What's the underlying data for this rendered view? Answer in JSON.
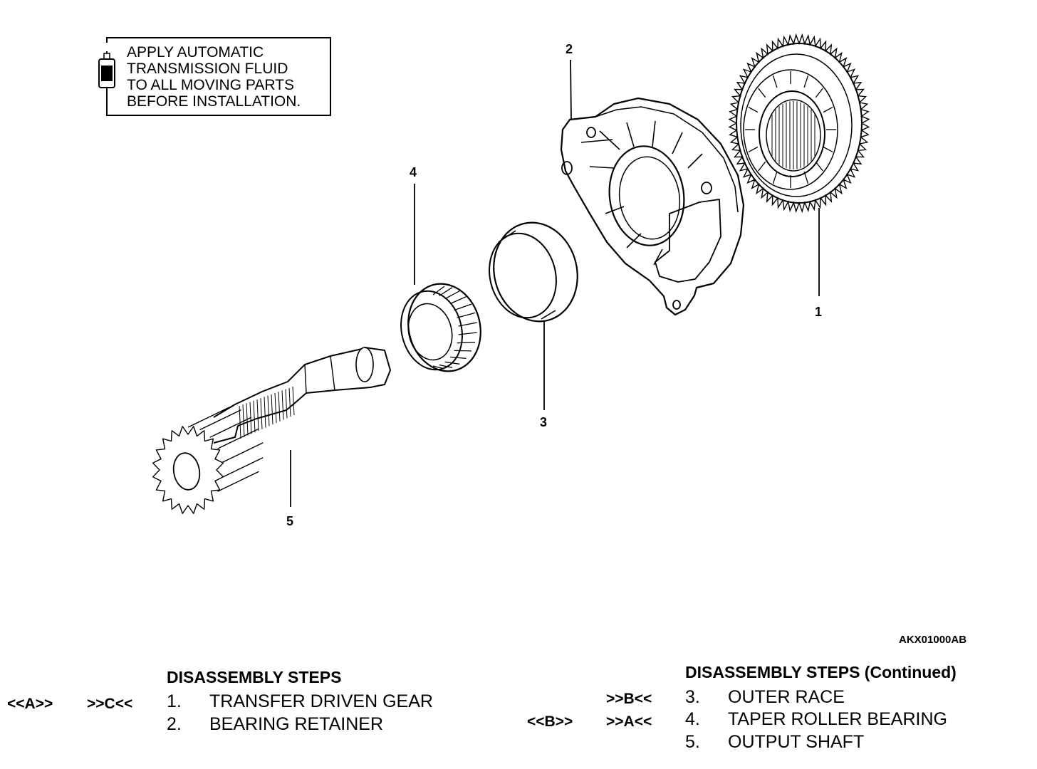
{
  "note": {
    "icon": "fluid-bottle-icon",
    "lines": [
      "APPLY AUTOMATIC",
      "TRANSMISSION FLUID",
      "TO ALL MOVING PARTS",
      "BEFORE INSTALLATION."
    ]
  },
  "callouts": [
    "1",
    "2",
    "3",
    "4",
    "5"
  ],
  "figure_code": "AKX01000AB",
  "steps_left": {
    "header": "DISASSEMBLY STEPS",
    "rows": [
      {
        "mark_a": "<<A>>",
        "mark_b": ">>C<<",
        "num": "1.",
        "label": "TRANSFER DRIVEN GEAR"
      },
      {
        "mark_a": "",
        "mark_b": "",
        "num": "2.",
        "label": "BEARING RETAINER"
      }
    ]
  },
  "steps_right": {
    "header": "DISASSEMBLY STEPS (Continued)",
    "rows": [
      {
        "mark_a": "",
        "mark_b": ">>B<<",
        "num": "3.",
        "label": "OUTER RACE"
      },
      {
        "mark_a": "<<B>>",
        "mark_b": ">>A<<",
        "num": "4.",
        "label": "TAPER ROLLER BEARING"
      },
      {
        "mark_a": "",
        "mark_b": "",
        "num": "5.",
        "label": "OUTPUT SHAFT"
      }
    ]
  }
}
